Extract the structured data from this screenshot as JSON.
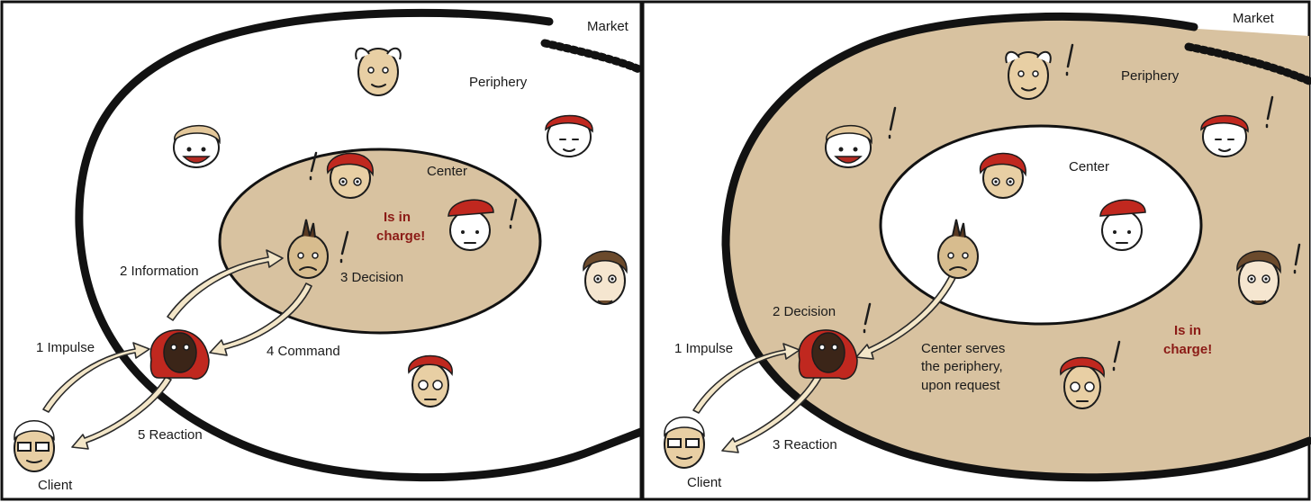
{
  "colors": {
    "ring_fill": "#d8c2a0",
    "alert_text": "#8b1b16",
    "arrow_fill": "#f3e6c8",
    "outline": "#121212"
  },
  "left_panel": {
    "market": "Market",
    "periphery": "Periphery",
    "center": "Center",
    "in_charge_line1": "Is in",
    "in_charge_line2": "charge!",
    "impulse": "1 Impulse",
    "information": "2 Information",
    "decision": "3 Decision",
    "command": "4 Command",
    "reaction": "5 Reaction",
    "client": "Client"
  },
  "right_panel": {
    "market": "Market",
    "periphery": "Periphery",
    "center": "Center",
    "in_charge_line1": "Is in",
    "in_charge_line2": "charge!",
    "impulse": "1 Impulse",
    "decision": "2 Decision",
    "reaction": "3 Reaction",
    "serves_line1": "Center serves",
    "serves_line2": "the periphery,",
    "serves_line3": "upon request",
    "client": "Client"
  }
}
